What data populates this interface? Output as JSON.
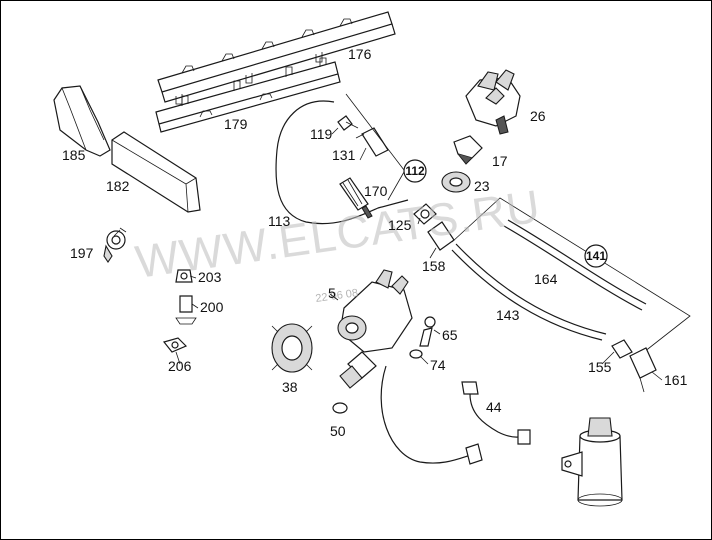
{
  "watermark": "WWW.ELCATS.RU",
  "document_number": "22 06 08",
  "labels": {
    "p176": "176",
    "p179": "179",
    "p185": "185",
    "p182": "182",
    "p197": "197",
    "p203": "203",
    "p200": "200",
    "p206": "206",
    "p119": "119",
    "p131": "131",
    "p170": "170",
    "p113": "113",
    "p125": "125",
    "p112": "112",
    "p23": "23",
    "p17": "17",
    "p26": "26",
    "p158": "158",
    "p141": "141",
    "p164": "164",
    "p143": "143",
    "p5": "5",
    "p65": "65",
    "p74": "74",
    "p38": "38",
    "p50": "50",
    "p44": "44",
    "p155": "155",
    "p161": "161"
  }
}
